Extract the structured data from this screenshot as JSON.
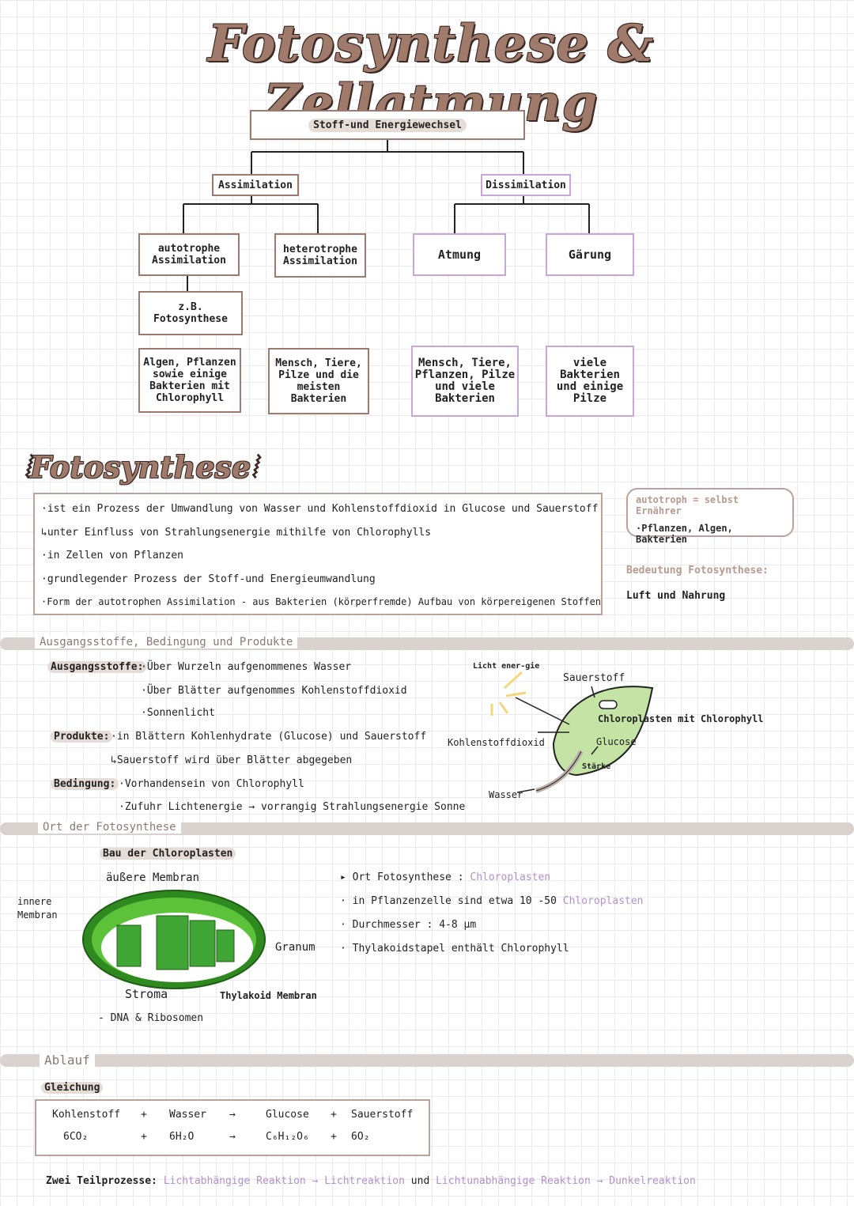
{
  "title": "Fotosynthese & Zellatmung",
  "tree": {
    "root": "Stoff-und Energiewechsel",
    "assimilation": "Assimilation",
    "dissimilation": "Dissimilation",
    "autotrophe": "autotrophe Assimilation",
    "heterotrophe": "heterotrophe Assimilation",
    "atmung": "Atmung",
    "gaerung": "Gärung",
    "example": "z.B. Fotosynthese",
    "auto_who": "Algen, Pflanzen sowie einige Bakterien mit Chlorophyll",
    "hetero_who": "Mensch, Tiere, Pilze und die meisten Bakterien",
    "atmung_who": "Mensch, Tiere, Pflanzen, Pilze und viele Bakterien",
    "gaerung_who": "viele Bakterien und einige Pilze"
  },
  "fotosynthese": {
    "heading": "Fotosynthese",
    "points": [
      "·ist ein Prozess der Umwandlung von Wasser und Kohlenstoffdioxid in Glucose und Sauerstoff",
      "↳unter Einfluss von Strahlungsenergie mithilfe von Chlorophylls",
      "·in Zellen von Pflanzen",
      "·grundlegender Prozess der Stoff-und Energieumwandlung",
      "·Form der autotrophen Assimilation - aus Bakterien (körperfremde) Aufbau von körpereigenen Stoffen"
    ],
    "side_title": "autotroph = selbst Ernährer",
    "side_items": "·Pflanzen, Algen, Bakterien",
    "bedeutung_label": "Bedeutung Fotosynthese:",
    "bedeutung_value": "Luft und Nahrung"
  },
  "ausgang": {
    "section": "Ausgangsstoffe, Bedingung und Produkte",
    "ausgang_label": "Ausgangsstoffe:",
    "ausgang_items": [
      "·Über Wurzeln aufgenommenes Wasser",
      "·Über Blätter aufgenommes Kohlenstoffdioxid",
      "·Sonnenlicht"
    ],
    "produkte_label": "Produkte:",
    "produkte_items": [
      "·in Blättern Kohlenhydrate (Glucose) und Sauerstoff",
      "↳Sauerstoff wird über Blätter abgegeben"
    ],
    "bedingung_label": "Bedingung:",
    "bedingung_items": [
      "·Vorhandensein von Chlorophyll",
      "·Zufuhr Lichtenergie → vorrangig Strahlungsenergie Sonne"
    ]
  },
  "leaf": {
    "licht": "Licht ener-gie",
    "sauerstoff": "Sauerstoff",
    "chloroplasten": "Chloroplasten mit Chlorophyll",
    "glucose": "Glucose",
    "staerke": "Stärke",
    "co2": "Kohlenstoffdioxid",
    "wasser": "Wasser"
  },
  "ort": {
    "section": "Ort der Fotosynthese",
    "bau": "Bau der Chloroplasten",
    "aeussere": "äußere Membran",
    "innere": "innere Membran",
    "granum": "Granum",
    "stroma": "Stroma",
    "thylakoid": "Thylakoid Membran",
    "dna": "- DNA & Ribosomen",
    "facts": [
      {
        "text": "▸ Ort Fotosynthese : ",
        "accent": "Chloroplasten"
      },
      {
        "text": "· in Pflanzenzelle sind etwa 10 -50 ",
        "accent": "Chloroplasten"
      },
      {
        "text": "· Durchmesser : 4-8 µm",
        "accent": ""
      },
      {
        "text": "· Thylakoidstapel enthält Chlorophyll",
        "accent": ""
      }
    ]
  },
  "ablauf": {
    "section": "Ablauf",
    "gleichung": "Gleichung",
    "row1": [
      "Kohlenstoff",
      "+",
      "Wasser",
      "→",
      "Glucose",
      "+",
      "Sauerstoff"
    ],
    "row2": [
      "6CO₂",
      "+",
      "6H₂O",
      "→",
      "C₆H₁₂O₆",
      "+",
      "6O₂"
    ],
    "zwei_label": "Zwei Teilprozesse:",
    "zwei_a": "Lichtabhängige Reaktion → Lichtreaktion",
    "zwei_und": "und",
    "zwei_b": "Lichtunabhängige Reaktion → Dunkelreaktion"
  },
  "colors": {
    "brown": "#9c7b6e",
    "purple": "#c7a7d8",
    "green": "#3fa535",
    "accent": "#b68fcb"
  }
}
